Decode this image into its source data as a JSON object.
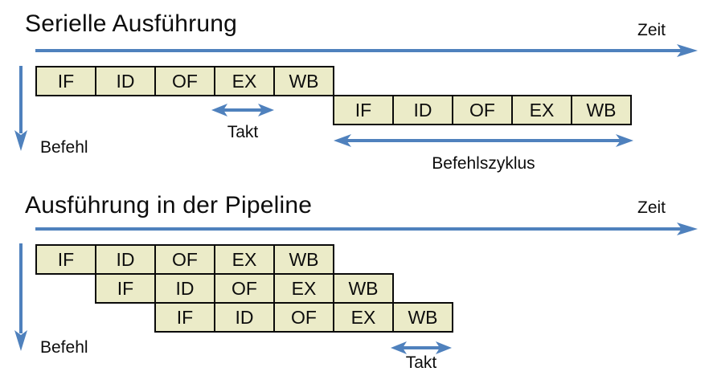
{
  "colors": {
    "accent_blue": "#4F81BD",
    "box_fill": "#EBEBC8",
    "box_border": "#0a0a0a"
  },
  "serial": {
    "title": "Serielle Ausführung",
    "zeit_label": "Zeit",
    "befehl_label": "Befehl",
    "takt_label": "Takt",
    "befehlszyklus_label": "Befehlszyklus",
    "rows": [
      {
        "stages": [
          "IF",
          "ID",
          "OF",
          "EX",
          "WB"
        ]
      },
      {
        "stages": [
          "IF",
          "ID",
          "OF",
          "EX",
          "WB"
        ]
      }
    ]
  },
  "pipeline": {
    "title": "Ausführung in der Pipeline",
    "zeit_label": "Zeit",
    "befehl_label": "Befehl",
    "takt_label": "Takt",
    "rows": [
      {
        "stages": [
          "IF",
          "ID",
          "OF",
          "EX",
          "WB"
        ]
      },
      {
        "stages": [
          "IF",
          "ID",
          "OF",
          "EX",
          "WB"
        ]
      },
      {
        "stages": [
          "IF",
          "ID",
          "OF",
          "EX",
          "WB"
        ]
      }
    ]
  }
}
